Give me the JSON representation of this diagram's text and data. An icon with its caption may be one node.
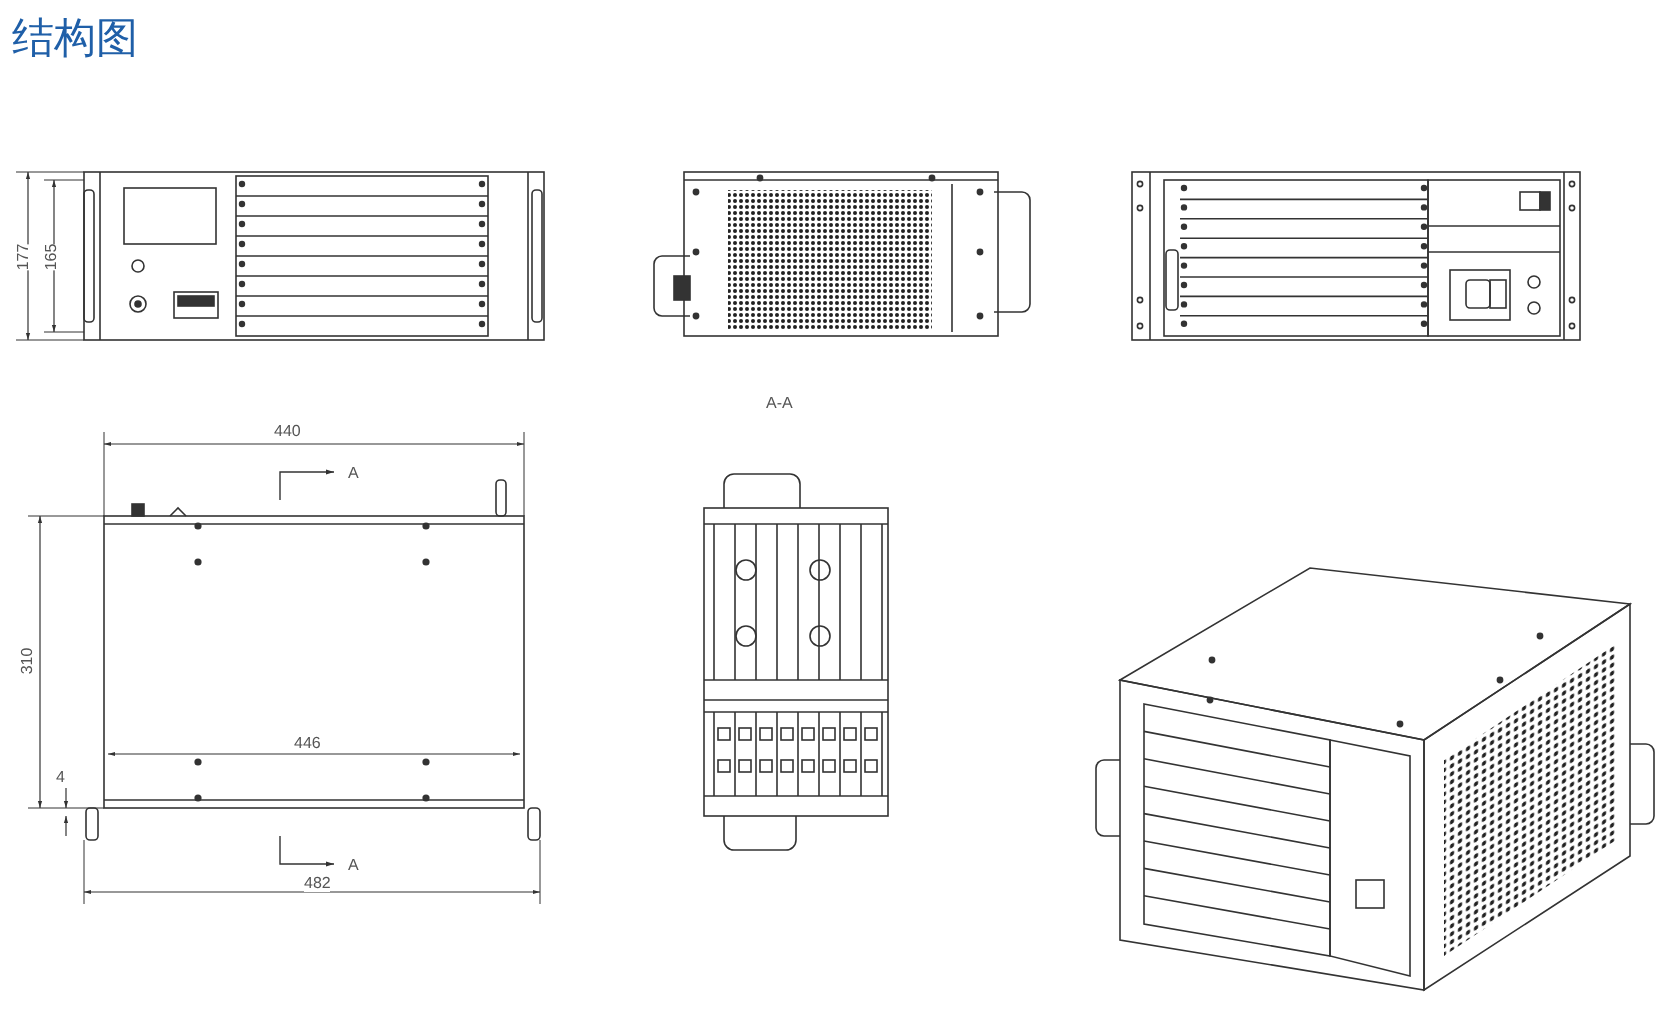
{
  "diagram": {
    "title": "结构图",
    "labels": [
      "177",
      "165",
      "A-A",
      "440",
      "A",
      "310",
      "446",
      "4",
      "A",
      "482"
    ]
  }
}
